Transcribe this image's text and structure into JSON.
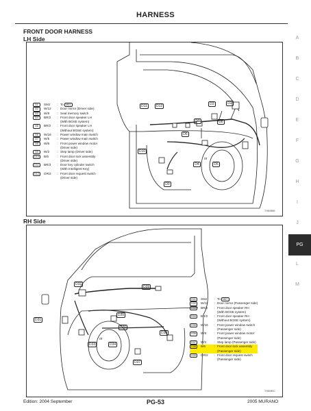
{
  "page": {
    "title": "HARNESS",
    "section": "FRONT DOOR HARNESS",
    "lh_side": "LH Side",
    "rh_side": "RH Side",
    "footer_left": "Edition: 2004 September",
    "page_number": "PG-53",
    "footer_right": "2005 MURANO",
    "side_letters": [
      "A",
      "B",
      "C",
      "D",
      "E",
      "F",
      "G",
      "H",
      "I",
      "J",
      "PG",
      "L",
      "M"
    ],
    "active_tab": "PG",
    "lh_ref": "THB0B8B",
    "rh_ref": "THB0B9C"
  },
  "lh_connectors": [
    "D1",
    "D2",
    "D3",
    "D4",
    "D5",
    "D6",
    "D7",
    "D8",
    "D9",
    "D10",
    "D11",
    "D12"
  ],
  "rh_connectors": [
    "D31",
    "D32",
    "D33",
    "D34",
    "D35",
    "D36",
    "D37",
    "D38",
    "D39"
  ],
  "or_label": "or",
  "lh_legend": [
    {
      "code": "D1",
      "spec": "SMJ",
      "desc": "To",
      "desc_code": "M51"
    },
    {
      "code": "D2",
      "spec": "W/12",
      "desc": "Door mirror (Driver side)"
    },
    {
      "code": "D3",
      "spec": "W/8",
      "desc": "Seat memory switch"
    },
    {
      "code": "D4",
      "spec": "BR/2",
      "desc": "Front door speaker LH"
    },
    {
      "code": "",
      "spec": "",
      "desc": "(With BOSE system)",
      "cont": true
    },
    {
      "code": "D5",
      "spec": "BR/2",
      "desc": "Front door speaker LH"
    },
    {
      "code": "",
      "spec": "",
      "desc": "(Without BOSE system)",
      "cont": true
    },
    {
      "code": "D6",
      "spec": "W/16",
      "desc": "Power window main switch"
    },
    {
      "code": "D7",
      "spec": "W/5",
      "desc": "Power window main switch"
    },
    {
      "code": "D8",
      "spec": "W/6",
      "desc": "Front power window motor"
    },
    {
      "code": "",
      "spec": "",
      "desc": "(Driver side)",
      "cont": true
    },
    {
      "code": "D9",
      "spec": "W/2",
      "desc": "Step lamp (Driver side)"
    },
    {
      "code": "D10",
      "spec": "B/6",
      "desc": "Front door lock assembly"
    },
    {
      "code": "",
      "spec": "",
      "desc": "(Driver side)",
      "cont": true
    },
    {
      "code": "D11",
      "spec": "BR/3",
      "desc": "Door key cylinder switch"
    },
    {
      "code": "",
      "spec": "",
      "desc": "(With Intelligent Key)",
      "cont": true
    },
    {
      "code": "D12",
      "spec": "GR/2",
      "desc": "Front door request switch"
    },
    {
      "code": "",
      "spec": "",
      "desc": "(Driver side)",
      "cont": true
    }
  ],
  "rh_legend": [
    {
      "code": "D31",
      "spec": "SMJ",
      "desc": "To",
      "desc_code": "M67"
    },
    {
      "code": "D32",
      "spec": "W/12",
      "desc": "Door mirror (Passenger side)"
    },
    {
      "code": "D33",
      "spec": "BR/2",
      "desc": "Front door speaker RH"
    },
    {
      "code": "",
      "spec": "",
      "desc": "(With BOSE system)",
      "cont": true
    },
    {
      "code": "D34",
      "spec": "BR/2",
      "desc": "Front door speaker RH"
    },
    {
      "code": "",
      "spec": "",
      "desc": "(Without BOSE system)",
      "cont": true
    },
    {
      "code": "D35",
      "spec": "W/16",
      "desc": "Front power window switch"
    },
    {
      "code": "",
      "spec": "",
      "desc": "(Passenger side)",
      "cont": true
    },
    {
      "code": "D36",
      "spec": "W/6",
      "desc": "Front power window motor"
    },
    {
      "code": "",
      "spec": "",
      "desc": "(Passenger side)",
      "cont": true
    },
    {
      "code": "D37",
      "spec": "W/2",
      "desc": "Step lamp (Passenger side)"
    },
    {
      "code": "D38",
      "spec": "B/6",
      "desc": "Front door lock assembly",
      "hl": true
    },
    {
      "code": "",
      "spec": "",
      "desc": "(Passenger side)",
      "cont": true,
      "hl": true
    },
    {
      "code": "D39",
      "spec": "GR/2",
      "desc": "Front door request switch"
    },
    {
      "code": "",
      "spec": "",
      "desc": "(Passenger side)",
      "cont": true
    }
  ]
}
